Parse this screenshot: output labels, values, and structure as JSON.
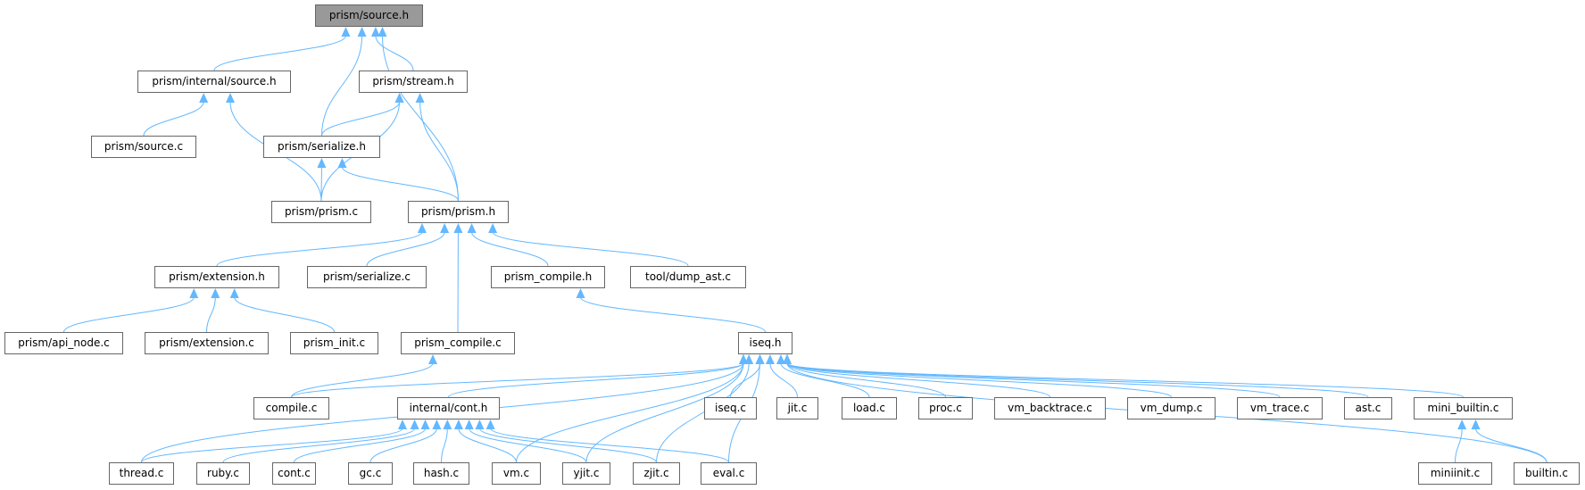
{
  "title": "prism/source.h",
  "colors": {
    "edge": "#63b8ff",
    "node_border": "#666666",
    "root_fill": "#999999"
  },
  "nodes": [
    {
      "id": "source_h",
      "label": "prism/source.h",
      "root": true
    },
    {
      "id": "internal_source_h",
      "label": "prism/internal/source.h"
    },
    {
      "id": "stream_h",
      "label": "prism/stream.h"
    },
    {
      "id": "source_c",
      "label": "prism/source.c"
    },
    {
      "id": "serialize_h",
      "label": "prism/serialize.h"
    },
    {
      "id": "prism_c",
      "label": "prism/prism.c"
    },
    {
      "id": "prism_h",
      "label": "prism/prism.h"
    },
    {
      "id": "extension_h",
      "label": "prism/extension.h"
    },
    {
      "id": "serialize_c",
      "label": "prism/serialize.c"
    },
    {
      "id": "prism_compile_h",
      "label": "prism_compile.h"
    },
    {
      "id": "dump_ast_c",
      "label": "tool/dump_ast.c"
    },
    {
      "id": "api_node_c",
      "label": "prism/api_node.c"
    },
    {
      "id": "extension_c",
      "label": "prism/extension.c"
    },
    {
      "id": "prism_init_c",
      "label": "prism_init.c"
    },
    {
      "id": "prism_compile_c",
      "label": "prism_compile.c"
    },
    {
      "id": "iseq_h",
      "label": "iseq.h"
    },
    {
      "id": "compile_c",
      "label": "compile.c"
    },
    {
      "id": "internal_cont_h",
      "label": "internal/cont.h"
    },
    {
      "id": "iseq_c",
      "label": "iseq.c"
    },
    {
      "id": "jit_c",
      "label": "jit.c"
    },
    {
      "id": "load_c",
      "label": "load.c"
    },
    {
      "id": "proc_c",
      "label": "proc.c"
    },
    {
      "id": "vm_backtrace_c",
      "label": "vm_backtrace.c"
    },
    {
      "id": "vm_dump_c",
      "label": "vm_dump.c"
    },
    {
      "id": "vm_trace_c",
      "label": "vm_trace.c"
    },
    {
      "id": "ast_c",
      "label": "ast.c"
    },
    {
      "id": "mini_builtin_c",
      "label": "mini_builtin.c"
    },
    {
      "id": "thread_c",
      "label": "thread.c"
    },
    {
      "id": "ruby_c",
      "label": "ruby.c"
    },
    {
      "id": "cont_c",
      "label": "cont.c"
    },
    {
      "id": "gc_c",
      "label": "gc.c"
    },
    {
      "id": "hash_c",
      "label": "hash.c"
    },
    {
      "id": "vm_c",
      "label": "vm.c"
    },
    {
      "id": "yjit_c",
      "label": "yjit.c"
    },
    {
      "id": "zjit_c",
      "label": "zjit.c"
    },
    {
      "id": "eval_c",
      "label": "eval.c"
    },
    {
      "id": "miniinit_c",
      "label": "miniinit.c"
    },
    {
      "id": "builtin_c",
      "label": "builtin.c"
    }
  ],
  "edges": [
    [
      "internal_source_h",
      "source_h"
    ],
    [
      "serialize_h",
      "source_h"
    ],
    [
      "stream_h",
      "source_h"
    ],
    [
      "prism_h",
      "source_h"
    ],
    [
      "source_c",
      "internal_source_h"
    ],
    [
      "prism_c",
      "internal_source_h"
    ],
    [
      "serialize_h",
      "stream_h"
    ],
    [
      "prism_c",
      "stream_h"
    ],
    [
      "prism_h",
      "stream_h"
    ],
    [
      "prism_c",
      "serialize_h"
    ],
    [
      "prism_h",
      "serialize_h"
    ],
    [
      "extension_h",
      "prism_h"
    ],
    [
      "serialize_c",
      "prism_h"
    ],
    [
      "prism_compile_c",
      "prism_h"
    ],
    [
      "prism_compile_h",
      "prism_h"
    ],
    [
      "dump_ast_c",
      "prism_h"
    ],
    [
      "api_node_c",
      "extension_h"
    ],
    [
      "extension_c",
      "extension_h"
    ],
    [
      "prism_init_c",
      "extension_h"
    ],
    [
      "iseq_h",
      "prism_compile_h"
    ],
    [
      "compile_c",
      "prism_compile_c"
    ],
    [
      "compile_c",
      "iseq_h"
    ],
    [
      "internal_cont_h",
      "iseq_h"
    ],
    [
      "thread_c",
      "iseq_h"
    ],
    [
      "vm_c",
      "iseq_h"
    ],
    [
      "yjit_c",
      "iseq_h"
    ],
    [
      "zjit_c",
      "iseq_h"
    ],
    [
      "eval_c",
      "iseq_h"
    ],
    [
      "iseq_c",
      "iseq_h"
    ],
    [
      "jit_c",
      "iseq_h"
    ],
    [
      "load_c",
      "iseq_h"
    ],
    [
      "proc_c",
      "iseq_h"
    ],
    [
      "vm_backtrace_c",
      "iseq_h"
    ],
    [
      "vm_dump_c",
      "iseq_h"
    ],
    [
      "vm_trace_c",
      "iseq_h"
    ],
    [
      "ast_c",
      "iseq_h"
    ],
    [
      "mini_builtin_c",
      "iseq_h"
    ],
    [
      "builtin_c",
      "iseq_h"
    ],
    [
      "thread_c",
      "internal_cont_h"
    ],
    [
      "ruby_c",
      "internal_cont_h"
    ],
    [
      "cont_c",
      "internal_cont_h"
    ],
    [
      "gc_c",
      "internal_cont_h"
    ],
    [
      "hash_c",
      "internal_cont_h"
    ],
    [
      "vm_c",
      "internal_cont_h"
    ],
    [
      "yjit_c",
      "internal_cont_h"
    ],
    [
      "zjit_c",
      "internal_cont_h"
    ],
    [
      "eval_c",
      "internal_cont_h"
    ],
    [
      "miniinit_c",
      "mini_builtin_c"
    ],
    [
      "builtin_c",
      "mini_builtin_c"
    ]
  ]
}
